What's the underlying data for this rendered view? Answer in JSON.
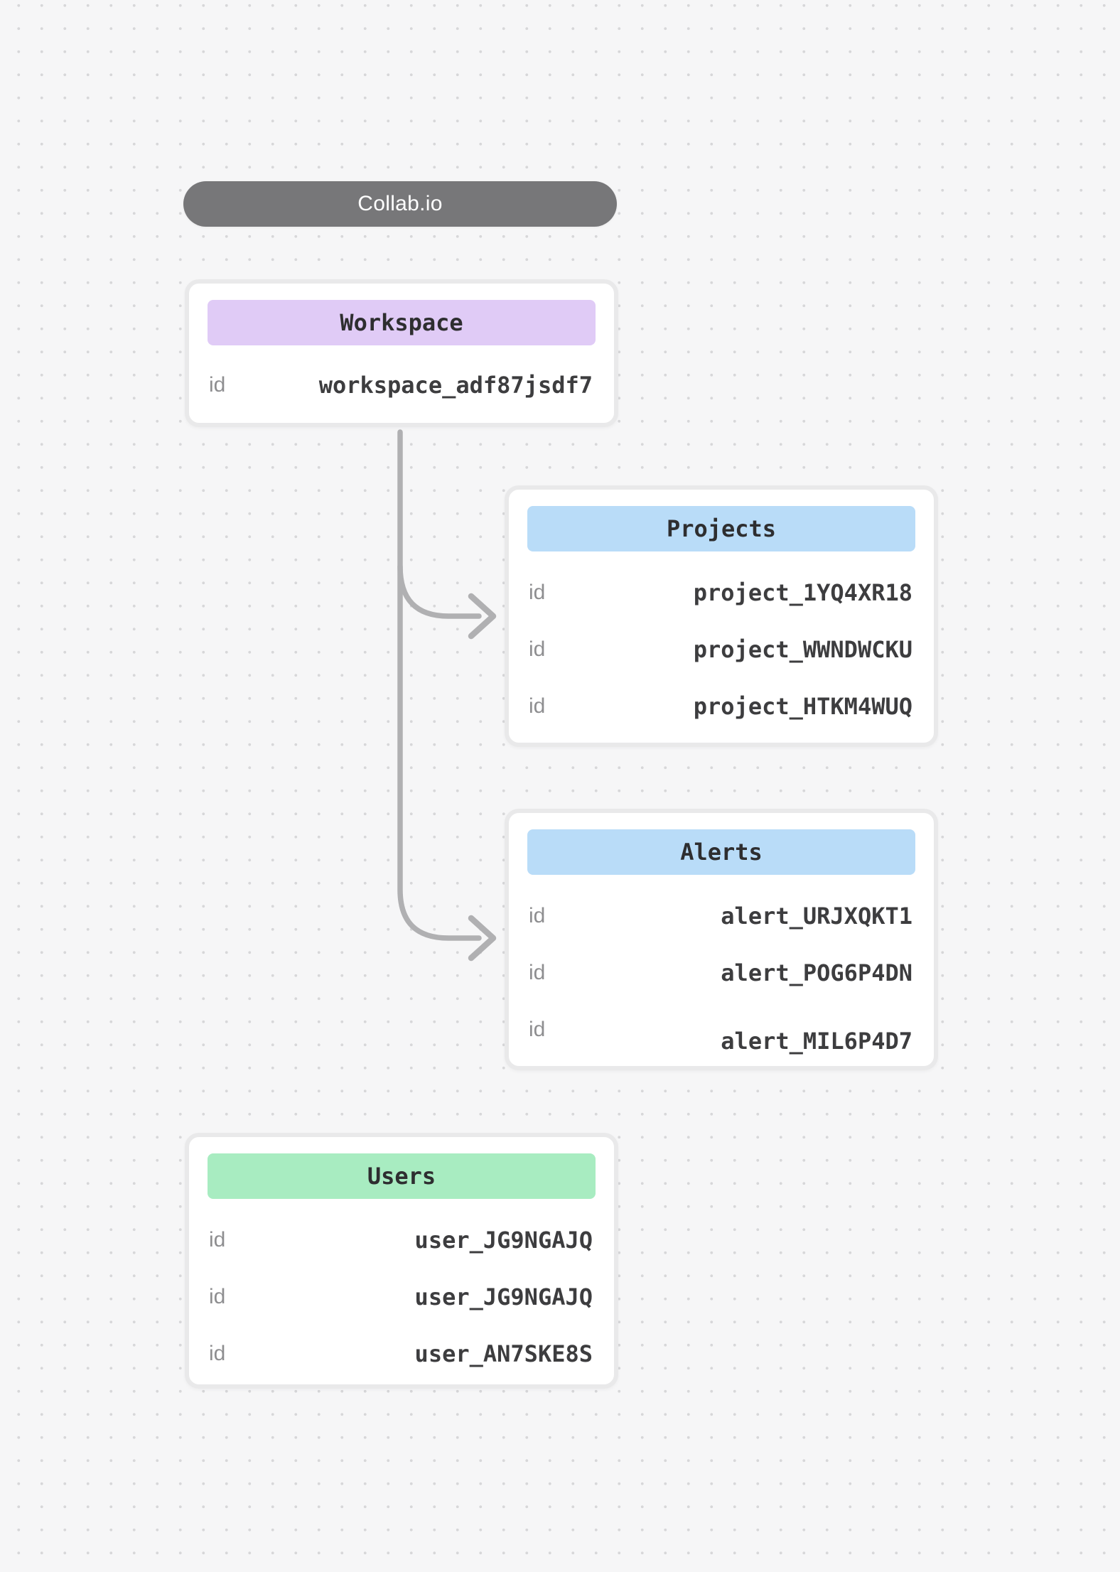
{
  "app": {
    "title": "Collab.io"
  },
  "cards": {
    "workspace": {
      "title": "Workspace",
      "header_color": "#e0cbf6",
      "rows": [
        {
          "label": "id",
          "value": "workspace_adf87jsdf7"
        }
      ]
    },
    "projects": {
      "title": "Projects",
      "header_color": "#b9dcf8",
      "rows": [
        {
          "label": "id",
          "value": "project_1YQ4XR18"
        },
        {
          "label": "id",
          "value": "project_WWNDWCKU"
        },
        {
          "label": "id",
          "value": "project_HTKM4WUQ"
        }
      ]
    },
    "alerts": {
      "title": "Alerts",
      "header_color": "#b9dcf8",
      "rows": [
        {
          "label": "id",
          "value": "alert_URJXQKT1"
        },
        {
          "label": "id",
          "value": "alert_POG6P4DN"
        },
        {
          "label": "id",
          "value": "alert_MIL6P4D7"
        }
      ]
    },
    "users": {
      "title": "Users",
      "header_color": "#a8ecc1",
      "rows": [
        {
          "label": "id",
          "value": "user_JG9NGAJQ"
        },
        {
          "label": "id",
          "value": "user_JG9NGAJQ"
        },
        {
          "label": "id",
          "value": "user_AN7SKE8S"
        }
      ]
    }
  },
  "colors": {
    "pill_bg": "#777779",
    "connector": "#b0b0b2",
    "canvas_bg": "#f6f6f7",
    "dot": "#d7d7d9",
    "card_border": "#e9e9ea"
  }
}
